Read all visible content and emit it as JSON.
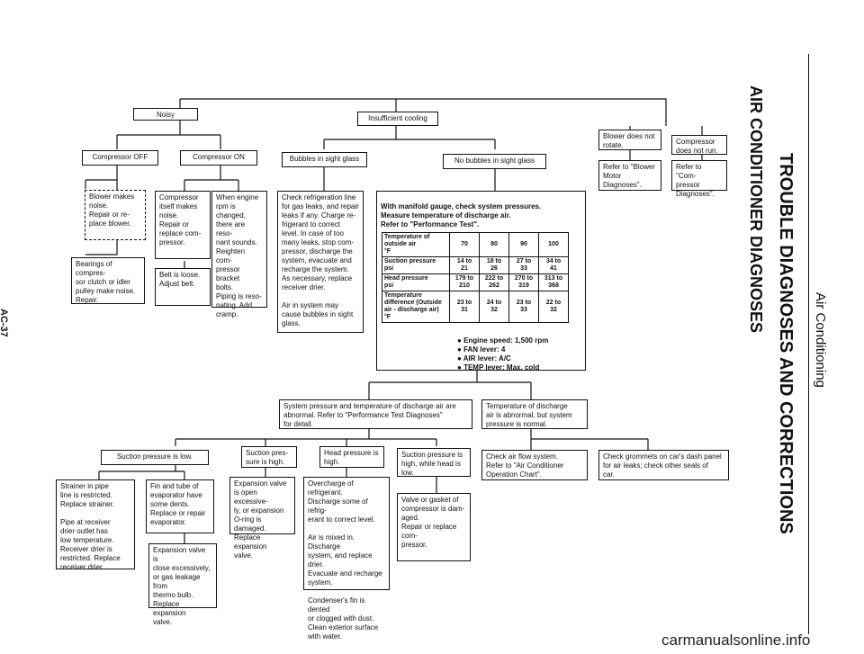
{
  "header": {
    "section": "Air Conditioning",
    "title": "TROUBLE DIAGNOSES AND CORRECTIONS",
    "subtitle": "AIR CONDITIONER DIAGNOSES",
    "page": "AC-37"
  },
  "boxes": {
    "noisy": "Noisy",
    "insufficient": "Insufficient cooling",
    "blower_not_rotate": "Blower does not\nrotate.",
    "compressor_not_run": "Compressor\ndoes not run.",
    "refer_blower": "Refer to \"Blower\nMotor\nDiagnoses\".",
    "refer_compressor": "Refer to \"Com-\npressor\nDiagnoses\".",
    "compressor_off": "Compressor OFF",
    "compressor_on": "Compressor ON",
    "bubbles": "Bubbles in sight glass",
    "no_bubbles": "No bubbles in sight glass",
    "blower_noise": "Blower makes\nnoise.\nRepair or re-\nplace blower.",
    "bearings": "Bearings of compres-\nsor clutch or idler\npulley make noise.\nRepair.",
    "compressor_itself": "Compressor\nitself makes\nnoise.\nRepair or\nreplace com-\npressor.",
    "belt_loose": "Belt is loose.\nAdjust belt.",
    "engine_rpm": "When engine\nrpm is changed,\nthere are reso-\nnant sounds.\nReighten com-\npressor bracket\nbolts.\nPiping is reso-\nnating. Add\ncramp.",
    "check_refrigeration": "Check refrigeration line\nfor gas leaks, and repair\nleaks if any. Charge re-\nfrigerant to correct\nlevel. In case of too\nmany leaks, stop com-\npressor, discharge the\nsystem, evacuate and\nrecharge the system.\nAs necessary, replace\nreceiver drier.\n\nAir in system may\ncause bubbles in sight\nglass.",
    "manifold_intro": "With manifold gauge, check system pressures.\nMeasure temperature of discharge air.\nRefer to \"Performance Test\".",
    "system_pressure": "System pressure and temperature of discharge air are\nabnormal. Refer to \"Performance Test Diagnoses\"\nfor detail.",
    "temp_discharge": "Temperature of discharge\nair is abnormal, but system\npressure is normal.",
    "suction_low": "Suction pressure is low.",
    "suction_high": "Suction pres-\nsure is high.",
    "head_high": "Head pressure is\nhigh.",
    "suction_high_head_low": "Suction pressure is\nhigh, while head is\nlow.",
    "check_airflow": "Check air flow system.\nRefer to \"Air Conditioner\nOperation Chart\".",
    "check_grommets": "Check grommets on car's dash panel\nfor air leaks; check other seals of\ncar.",
    "strainer": "Strainer in pipe\nline is restricted.\nReplace strainer.\n\nPipe at receiver\ndrier outlet has\nlow temperature.\nReceiver drier is\nrestricted. Replace\nreceiver drier.",
    "fin_tube": "Fin and tube of\nevaporator have\nsome dents.\nReplace or repair\nevaporator.",
    "expansion_close": "Expansion valve is\nclose excessively,\nor gas leakage from\nthermo bulb.\nReplace expansion\nvalve.",
    "expansion_open": "Expansion valve\nis open excessive-\nly, or expansion\nO-ring is damaged.\nReplace expansion\nvalve.",
    "overcharge": "Overcharge of refrigerant.\nDischarge some of refrig-\nerant to correct level.\n\nAir is mixed in. Discharge\nsystem, and replace drier.\nEvacuate and recharge\nsystem.\n\nCondenser's fin is dented\nor clogged with dust.\nClean exterior surface\nwith water.",
    "valve_gasket": "Valve or gasket of\ncompressor is dam-\naged.\nRepair or replace com-\npressor."
  },
  "perf_table": {
    "rows": [
      {
        "label": "Temperature of\noutside air\n°F",
        "cells": [
          "70",
          "80",
          "90",
          "100"
        ]
      },
      {
        "label": "Suction pressure\npsi",
        "cells": [
          "14 to\n21",
          "18 to\n26",
          "27 to\n33",
          "34 to\n41"
        ]
      },
      {
        "label": "Head pressure\npsi",
        "cells": [
          "179 to\n210",
          "222 to\n262",
          "270 to\n319",
          "313 to\n368"
        ]
      },
      {
        "label": "Temperature\ndifference (Outside\nair - discharge air)\n°F",
        "cells": [
          "23 to\n31",
          "24 to\n32",
          "23 to\n33",
          "22 to\n32"
        ]
      }
    ]
  },
  "conditions": [
    "Engine speed: 1,500 rpm",
    "FAN lever: 4",
    "AIR lever: A/C",
    "TEMP lever: Max. cold"
  ],
  "watermark": "carmanualsonline.info"
}
